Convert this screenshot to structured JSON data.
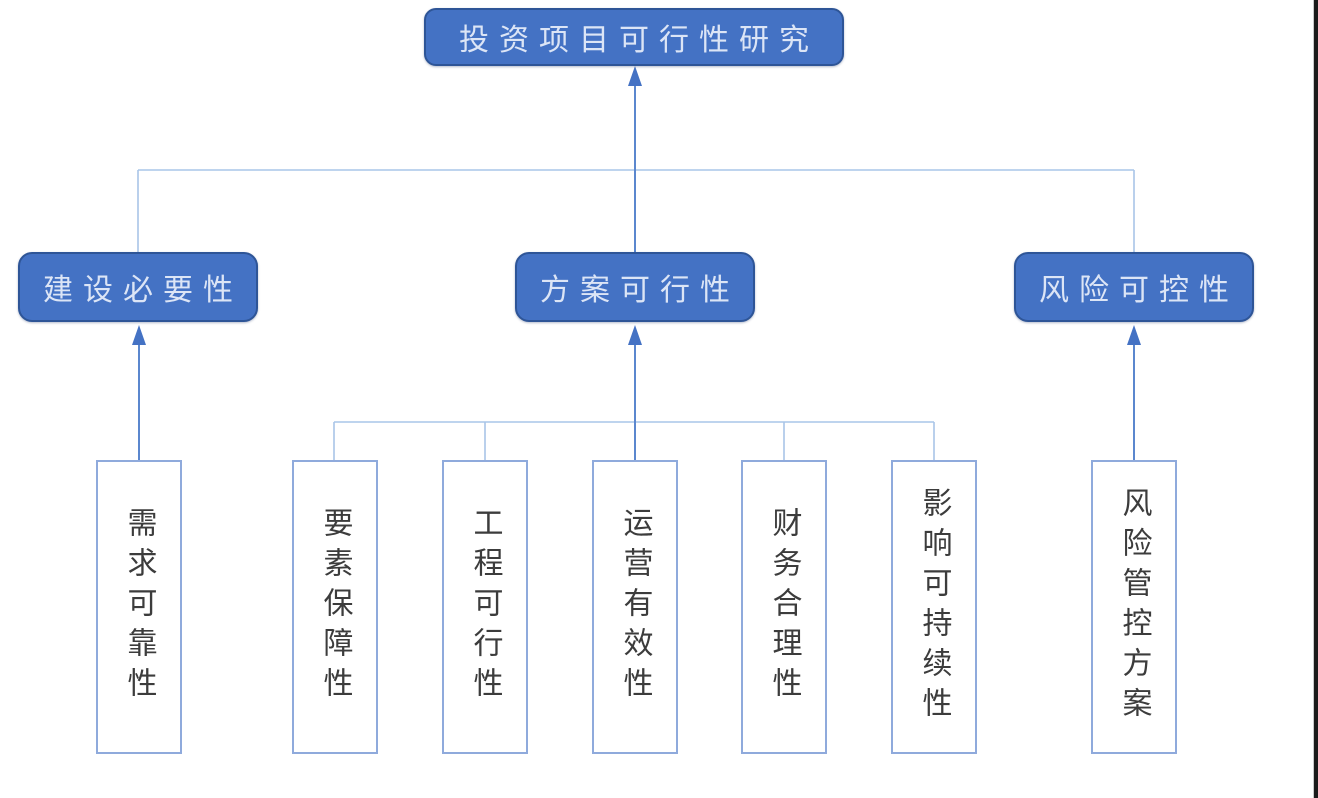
{
  "nodes": {
    "root": {
      "label": "投资项目可行性研究"
    },
    "branches": [
      {
        "label": "建设必要性"
      },
      {
        "label": "方案可行性"
      },
      {
        "label": "风险可控性"
      }
    ],
    "leaves": [
      {
        "label": "需求可靠性"
      },
      {
        "label": "要素保障性"
      },
      {
        "label": "工程可行性"
      },
      {
        "label": "运营有效性"
      },
      {
        "label": "财务合理性"
      },
      {
        "label": "影响可持续性"
      },
      {
        "label": "风险管控方案"
      }
    ]
  },
  "edges": [
    {
      "from": "建设必要性",
      "to": "投资项目可行性研究",
      "arrow": true
    },
    {
      "from": "方案可行性",
      "to": "投资项目可行性研究",
      "arrow": true
    },
    {
      "from": "风险可控性",
      "to": "投资项目可行性研究",
      "arrow": true
    },
    {
      "from": "需求可靠性",
      "to": "建设必要性",
      "arrow": true
    },
    {
      "from": "要素保障性",
      "to": "方案可行性",
      "arrow": true
    },
    {
      "from": "工程可行性",
      "to": "方案可行性",
      "arrow": true
    },
    {
      "from": "运营有效性",
      "to": "方案可行性",
      "arrow": true
    },
    {
      "from": "财务合理性",
      "to": "方案可行性",
      "arrow": true
    },
    {
      "from": "影响可持续性",
      "to": "方案可行性",
      "arrow": true
    },
    {
      "from": "风险管控方案",
      "to": "风险可控性",
      "arrow": true
    }
  ],
  "colors": {
    "branch_fill": "#4472C4",
    "branch_border": "#2E5597",
    "branch_text": "#DCE5F6",
    "connector": "#A9C5E8",
    "arrow_line": "#5B87CE",
    "arrow": "#4472C4",
    "leaf_border": "#8FAADC",
    "leaf_text": "#3C3C3C",
    "background": "#FFFFFF"
  }
}
